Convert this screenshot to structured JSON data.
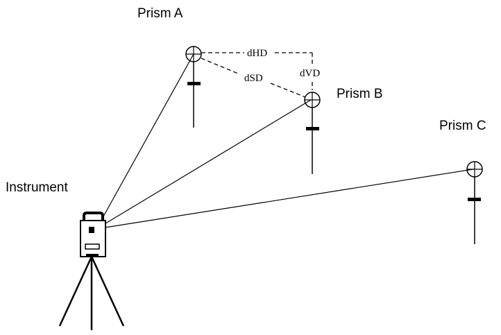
{
  "labels": {
    "prism_a": "Prism A",
    "prism_b": "Prism B",
    "prism_c": "Prism C",
    "instrument": "Instrument"
  },
  "dimensions": {
    "horizontal": "dHD",
    "vertical": "dVD",
    "slope": "dSD"
  },
  "colors": {
    "line": "#000000",
    "background": "#ffffff"
  }
}
